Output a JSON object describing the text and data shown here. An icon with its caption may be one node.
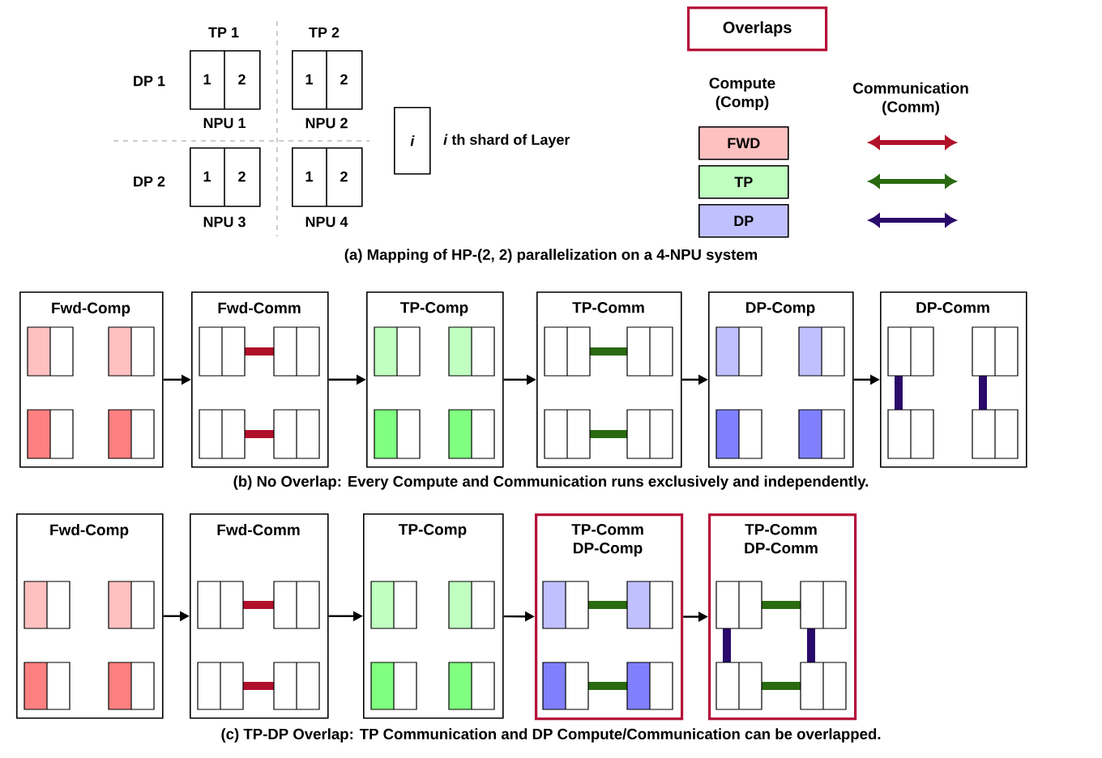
{
  "diagram": {
    "nodes": [
      {
        "text": [
          "1",
          "2"
        ],
        "beside": [
          "NPU 1"
        ]
      },
      {
        "text": [
          "1",
          "2"
        ],
        "beside": [
          "NPU 2"
        ]
      },
      {
        "text": [
          "1",
          "2"
        ],
        "beside": [
          "NPU 3"
        ]
      },
      {
        "text": [
          "1",
          "2"
        ],
        "beside": [
          "NPU 4"
        ]
      },
      {
        "text": [
          "i"
        ],
        "beside": [
          "*i* th shard of Layer"
        ]
      },
      {
        "text": [
          "Overlaps"
        ]
      },
      {
        "text": [
          "Fwd-Comp"
        ]
      },
      {
        "text": [
          "Fwd-Comm"
        ]
      },
      {
        "text": [
          "TP-Comp"
        ]
      },
      {
        "text": [
          "TP-Comm"
        ]
      },
      {
        "text": [
          "DP-Comp"
        ]
      },
      {
        "text": [
          "DP-Comm"
        ]
      },
      {
        "text": [
          "Fwd-Comp"
        ]
      },
      {
        "text": [
          "Fwd-Comm"
        ]
      },
      {
        "text": [
          "TP-Comp"
        ]
      },
      {
        "text": [
          "TP-Comm DP-Comp"
        ]
      },
      {
        "text": [
          "TP-Comm DP-Comm"
        ]
      }
    ],
    "edges": [
      {
        "from": 6,
        "to": 7,
        "arrow": "to"
      },
      {
        "from": 7,
        "to": 8,
        "arrow": "to"
      },
      {
        "from": 8,
        "to": 9,
        "arrow": "to"
      },
      {
        "from": 9,
        "to": 10,
        "arrow": "to"
      },
      {
        "from": 10,
        "to": 11,
        "arrow": "to"
      },
      {
        "from": 12,
        "to": 13,
        "arrow": "to"
      },
      {
        "from": 13,
        "to": 14,
        "arrow": "to"
      },
      {
        "from": 14,
        "to": 15,
        "arrow": "to"
      },
      {
        "from": 15,
        "to": 16,
        "arrow": "to"
      }
    ],
    "labels": [
      "TP 1",
      "TP 2",
      "Compute (Comp)",
      "Communication (Comm)",
      "DP 1",
      "DP 2",
      "(a) Mapping of HP-(2, 2) parallelization on a 4-NPU system",
      "(b) No Overlap: Every Compute and Communication runs exclusively and independently.",
      "(c) TP-DP Overlap: TP Communication and DP Compute/Communication can be overlapped."
    ],
    "legend": [
      {
        "text": "FWD",
        "color": "#ffc0c0"
      },
      {
        "text": "TP",
        "color": "#c0ffc0"
      },
      {
        "text": "DP",
        "color": "#c0c0ff"
      }
    ]
  }
}
